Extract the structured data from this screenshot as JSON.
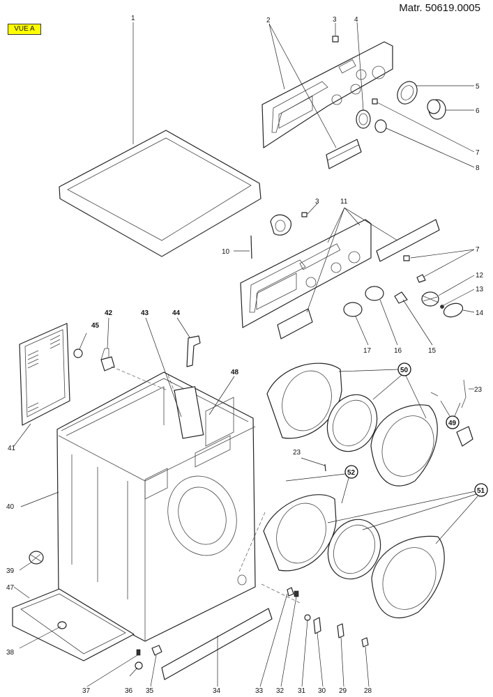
{
  "header": {
    "title": "Matr. 50619.0005",
    "view_badge": "VUE A"
  },
  "callouts": {
    "c1": "1",
    "c2": "2",
    "c3a": "3",
    "c3b": "3",
    "c4": "4",
    "c5": "5",
    "c6": "6",
    "c7a": "7",
    "c7b": "7",
    "c8": "8",
    "c10": "10",
    "c11": "11",
    "c12": "12",
    "c13": "13",
    "c14": "14",
    "c15": "15",
    "c16": "16",
    "c17": "17",
    "c23a": "23",
    "c23b": "23",
    "c28": "28",
    "c29": "29",
    "c30": "30",
    "c31": "31",
    "c32": "32",
    "c33": "33",
    "c34": "34",
    "c35": "35",
    "c36": "36",
    "c37": "37",
    "c38": "38",
    "c39": "39",
    "c40": "40",
    "c41": "41",
    "c42": "42",
    "c43": "43",
    "c44": "44",
    "c45": "45",
    "c47": "47",
    "c48": "48",
    "c49": "49",
    "c50": "50",
    "c51": "51",
    "c52": "52"
  }
}
